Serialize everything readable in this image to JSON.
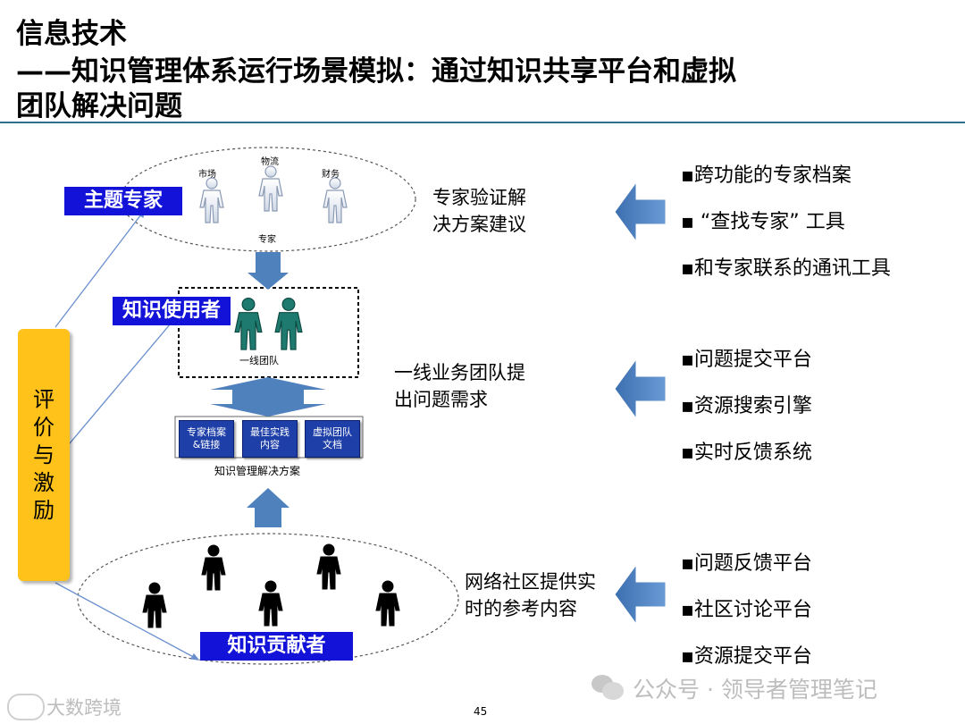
{
  "title": {
    "line1": "信息技术",
    "line2": "——知识管理体系运行场景模拟：通过知识共享平台和虚拟",
    "line3": "团队解决问题"
  },
  "diagram": {
    "experts": {
      "tag": "主题专家",
      "people": [
        "市场",
        "物流",
        "财务"
      ],
      "group_label": "专家",
      "description": "专家验证解决方案建议",
      "description_lines": [
        "专家验证解",
        "决方案建议"
      ]
    },
    "users": {
      "tag": "知识使用者",
      "group_label": "一线团队",
      "description_lines": [
        "一线业务团队提",
        "出问题需求"
      ]
    },
    "solution": {
      "boxes": [
        "专家档案\n&链接",
        "最佳实践\n内容",
        "虚拟团队\n文档"
      ],
      "label": "知识管理解决方案"
    },
    "contributors": {
      "tag": "知识贡献者",
      "description_lines": [
        "网络社区提供实",
        "时的参考内容"
      ]
    },
    "evaluation": "评价与激励",
    "tools": {
      "experts": [
        "▪跨功能的专家档案",
        "▪ “查找专家” 工具",
        "▪和专家联系的通讯工具"
      ],
      "users": [
        "▪问题提交平台",
        "▪资源搜索引擎",
        "▪实时反馈系统"
      ],
      "contributors": [
        "▪问题反馈平台",
        "▪社区讨论平台",
        "▪资源提交平台"
      ]
    }
  },
  "footer": {
    "page_number": "45",
    "watermark_left": "大数跨境",
    "watermark_right": "公众号 · 领导者管理笔记"
  },
  "colors": {
    "tag_blue": "#1212d8",
    "arrow_blue": "#4f81bd",
    "eval_yellow": "#ffc21a",
    "team_green": "#1e7a6e",
    "box_blue": "#1e3fa8"
  }
}
